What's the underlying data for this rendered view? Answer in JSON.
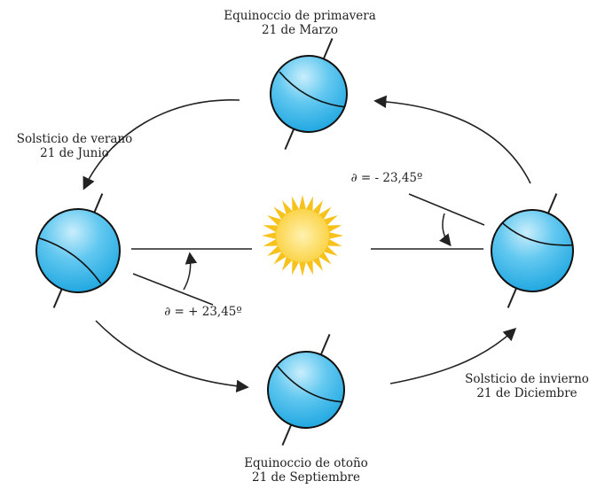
{
  "labels": {
    "spring": {
      "line1": "Equinoccio de primavera",
      "line2": "21 de Marzo"
    },
    "summer": {
      "line1": "Solsticio de verano",
      "line2": "21 de Junio"
    },
    "autumn": {
      "line1": "Equinoccio de otoño",
      "line2": "21 de Septiembre"
    },
    "winter": {
      "line1": "Solsticio de invierno",
      "line2": "21 de Diciembre"
    }
  },
  "angles": {
    "summer": "∂ = + 23,45º",
    "winter": "∂ = - 23,45º"
  },
  "colors": {
    "earth_fill": "#35b6ea",
    "earth_light": "#bfe9fa",
    "sun_fill": "#fde17a",
    "sun_rays": "#f8c21c",
    "line": "#222222"
  }
}
